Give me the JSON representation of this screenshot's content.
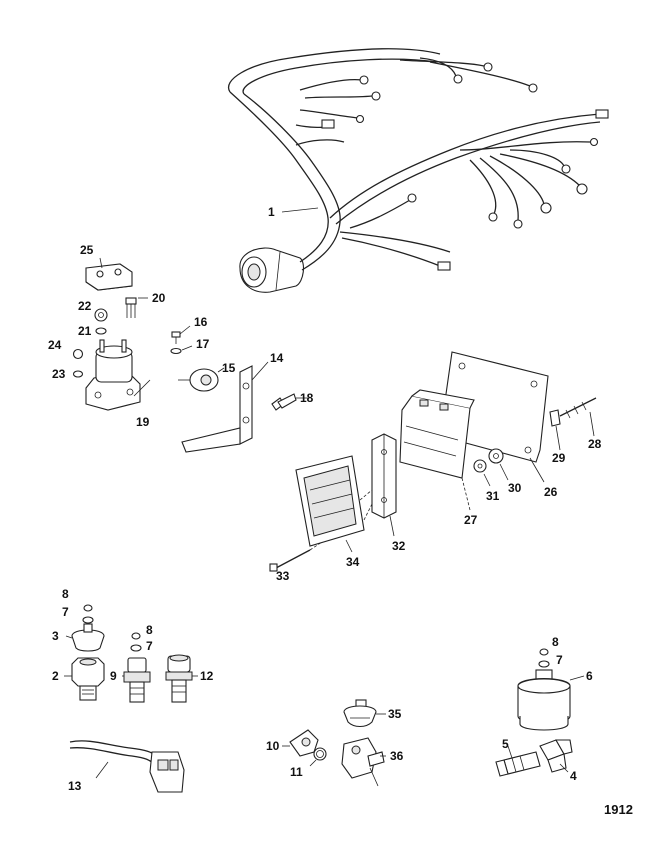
{
  "figure_number": "1912",
  "callouts": {
    "c1": "1",
    "c2": "2",
    "c3": "3",
    "c4": "4",
    "c5": "5",
    "c6": "6",
    "c7a": "7",
    "c7b": "7",
    "c7c": "7",
    "c8a": "8",
    "c8b": "8",
    "c8c": "8",
    "c9": "9",
    "c10": "10",
    "c11": "11",
    "c12": "12",
    "c13": "13",
    "c14": "14",
    "c15": "15",
    "c16": "16",
    "c17": "17",
    "c18": "18",
    "c19": "19",
    "c20": "20",
    "c21": "21",
    "c22": "22",
    "c23": "23",
    "c24": "24",
    "c25": "25",
    "c26": "26",
    "c27": "27",
    "c28": "28",
    "c29": "29",
    "c30": "30",
    "c31": "31",
    "c32": "32",
    "c33": "33",
    "c34": "34",
    "c35": "35",
    "c36": "36"
  }
}
